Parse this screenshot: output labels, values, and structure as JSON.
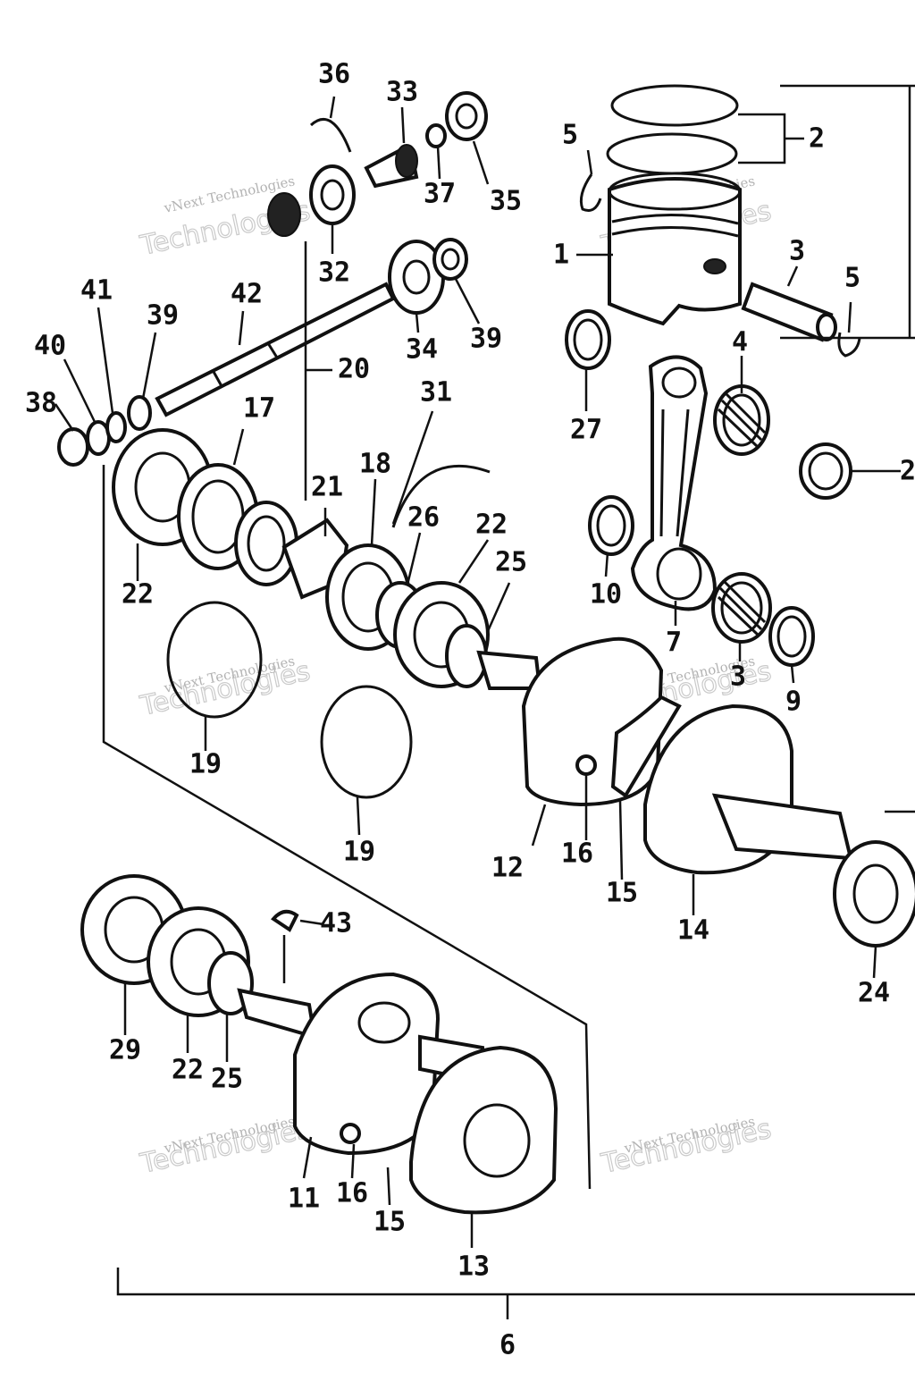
{
  "callouts": [
    {
      "id": "1",
      "text": "1"
    },
    {
      "id": "2",
      "text": "2"
    },
    {
      "id": "2b",
      "text": "2"
    },
    {
      "id": "3",
      "text": "3"
    },
    {
      "id": "3b",
      "text": "3"
    },
    {
      "id": "4",
      "text": "4"
    },
    {
      "id": "5a",
      "text": "5"
    },
    {
      "id": "5b",
      "text": "5"
    },
    {
      "id": "6",
      "text": "6"
    },
    {
      "id": "7",
      "text": "7"
    },
    {
      "id": "9",
      "text": "9"
    },
    {
      "id": "10",
      "text": "10"
    },
    {
      "id": "11",
      "text": "11"
    },
    {
      "id": "12",
      "text": "12"
    },
    {
      "id": "13",
      "text": "13"
    },
    {
      "id": "14",
      "text": "14"
    },
    {
      "id": "15a",
      "text": "15"
    },
    {
      "id": "15b",
      "text": "15"
    },
    {
      "id": "16a",
      "text": "16"
    },
    {
      "id": "16b",
      "text": "16"
    },
    {
      "id": "17",
      "text": "17"
    },
    {
      "id": "18",
      "text": "18"
    },
    {
      "id": "19a",
      "text": "19"
    },
    {
      "id": "19b",
      "text": "19"
    },
    {
      "id": "20",
      "text": "20"
    },
    {
      "id": "21",
      "text": "21"
    },
    {
      "id": "22a",
      "text": "22"
    },
    {
      "id": "22b",
      "text": "22"
    },
    {
      "id": "22c",
      "text": "22"
    },
    {
      "id": "24",
      "text": "24"
    },
    {
      "id": "25a",
      "text": "25"
    },
    {
      "id": "25b",
      "text": "25"
    },
    {
      "id": "26",
      "text": "26"
    },
    {
      "id": "27",
      "text": "27"
    },
    {
      "id": "29",
      "text": "29"
    },
    {
      "id": "31",
      "text": "31"
    },
    {
      "id": "32",
      "text": "32"
    },
    {
      "id": "33",
      "text": "33"
    },
    {
      "id": "34",
      "text": "34"
    },
    {
      "id": "35",
      "text": "35"
    },
    {
      "id": "36",
      "text": "36"
    },
    {
      "id": "37",
      "text": "37"
    },
    {
      "id": "38",
      "text": "38"
    },
    {
      "id": "39a",
      "text": "39"
    },
    {
      "id": "39b",
      "text": "39"
    },
    {
      "id": "40",
      "text": "40"
    },
    {
      "id": "41",
      "text": "41"
    },
    {
      "id": "42",
      "text": "42"
    },
    {
      "id": "43",
      "text": "43"
    }
  ],
  "watermark": {
    "line1": "vNext Technologies",
    "line2": "Technologies"
  }
}
